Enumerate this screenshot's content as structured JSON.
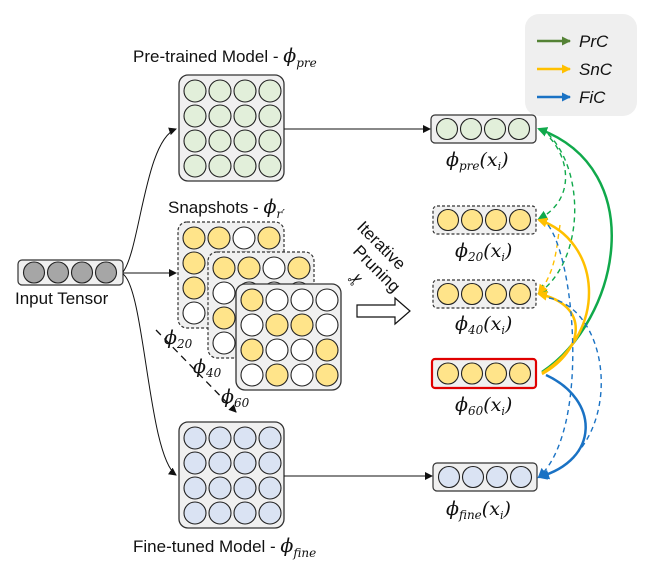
{
  "colors": {
    "prc": "#10a94b",
    "snc": "#ffc000",
    "fic": "#1a72c4",
    "legend_prc": "#548235",
    "green_fill": "#e2efda",
    "yellow_fill": "#ffe48a",
    "blue_fill": "#dae3f3",
    "gray_fill": "#a6a6a6",
    "white_fill": "#ffffff",
    "box_fill": "#f0f0f0",
    "highlight": "#e00000"
  },
  "legend": {
    "items": [
      {
        "name": "PrC",
        "color": "#548235"
      },
      {
        "name": "SnC",
        "color": "#ffc000"
      },
      {
        "name": "FiC",
        "color": "#1a72c4"
      }
    ]
  },
  "input": {
    "label": "Input Tensor"
  },
  "pretrained": {
    "title_text": "Pre-trained Model - ",
    "phi": "ϕ",
    "sub": "pre"
  },
  "snapshots": {
    "title_text": "Snapshots - ",
    "phi": "ϕ",
    "sub": "r′",
    "labels": [
      {
        "phi": "ϕ",
        "sub": "20"
      },
      {
        "phi": "ϕ",
        "sub": "40"
      },
      {
        "phi": "ϕ",
        "sub": "60"
      }
    ],
    "grid20_top_row": [
      1,
      1,
      0,
      1
    ],
    "grid20_left_col": [
      1,
      1,
      1,
      0
    ],
    "grid40_top_row": [
      1,
      1,
      0,
      1
    ],
    "grid40_left_col": [
      1,
      0,
      1,
      0
    ],
    "grid60": [
      [
        1,
        0,
        0,
        0
      ],
      [
        0,
        1,
        1,
        0
      ],
      [
        1,
        0,
        0,
        1
      ],
      [
        0,
        1,
        0,
        1
      ]
    ]
  },
  "finetuned": {
    "title_text": "Fine-tuned Model - ",
    "phi": "ϕ",
    "sub": "fine"
  },
  "pruning": {
    "line1": "Iterative",
    "line2": "Pruning",
    "icon": "✂"
  },
  "outputs": [
    {
      "phi": "ϕ",
      "sub": "pre",
      "arg": "(x",
      "argsub": "i",
      "close": ")"
    },
    {
      "phi": "ϕ",
      "sub": "20",
      "arg": "(x",
      "argsub": "i",
      "close": ")"
    },
    {
      "phi": "ϕ",
      "sub": "40",
      "arg": "(x",
      "argsub": "i",
      "close": ")"
    },
    {
      "phi": "ϕ",
      "sub": "60",
      "arg": "(x",
      "argsub": "i",
      "close": ")"
    },
    {
      "phi": "ϕ",
      "sub": "fine",
      "arg": "(x",
      "argsub": "i",
      "close": ")"
    }
  ]
}
